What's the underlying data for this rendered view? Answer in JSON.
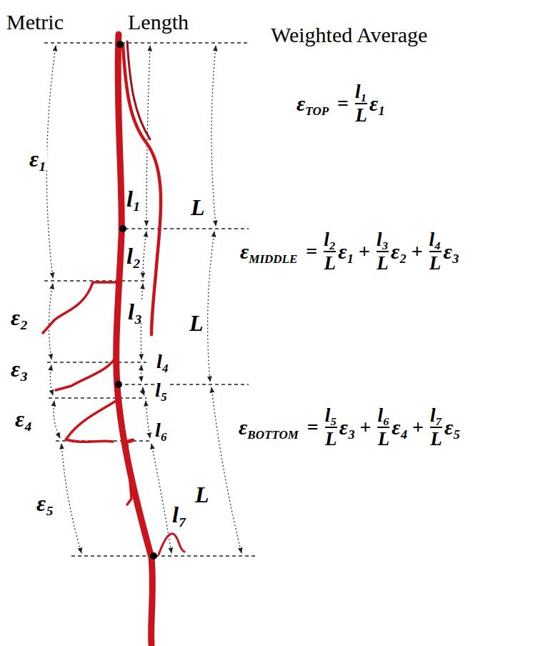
{
  "diagram": {
    "labels": [
      "Metric",
      "Length",
      "Weighted Average",
      "ε₁",
      "ε₂",
      "ε₃",
      "ε₄",
      "ε₅",
      "l₁",
      "l₂",
      "l₃",
      "l₄",
      "l₅",
      "l₆",
      "l₇",
      "L",
      "L",
      "L",
      "ε",
      "TOP",
      "=",
      "l₁",
      "L",
      "ε₁",
      "ε",
      "MIDDLE",
      "=",
      "l₂",
      "L",
      "ε₁",
      "+",
      "l₃",
      "L",
      "ε₂",
      "+",
      "l₄",
      "L",
      "ε₃",
      "ε",
      "BOTTOM",
      "=",
      "l₅",
      "L",
      "ε₃",
      "+",
      "l₆",
      "L",
      "ε₄",
      "+",
      "l₇",
      "L",
      "ε₅"
    ]
  }
}
